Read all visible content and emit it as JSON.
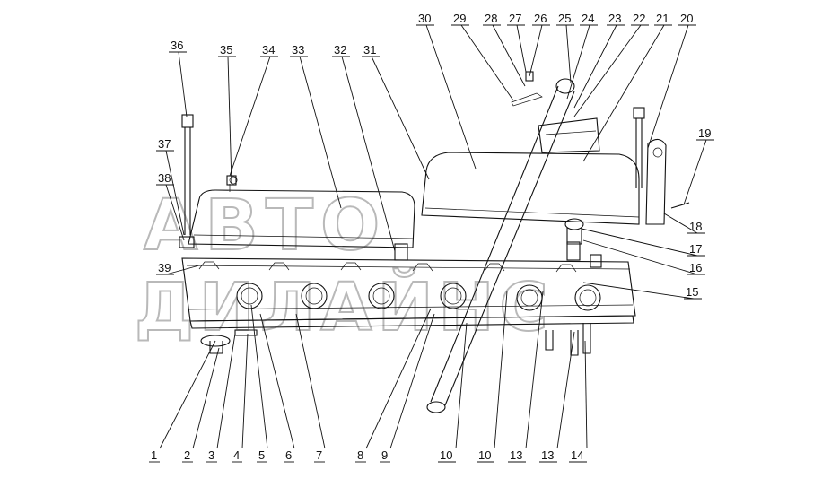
{
  "watermark": {
    "line1": "АВТО",
    "line2": "ДИЛАЙНС"
  },
  "callouts": [
    "1",
    "2",
    "3",
    "4",
    "5",
    "6",
    "7",
    "8",
    "9",
    "10",
    "10",
    "13",
    "13",
    "14",
    "15",
    "16",
    "17",
    "18",
    "19",
    "20",
    "21",
    "22",
    "23",
    "24",
    "25",
    "26",
    "27",
    "28",
    "29",
    "30",
    "31",
    "32",
    "33",
    "34",
    "35",
    "36",
    "37",
    "38",
    "39"
  ]
}
